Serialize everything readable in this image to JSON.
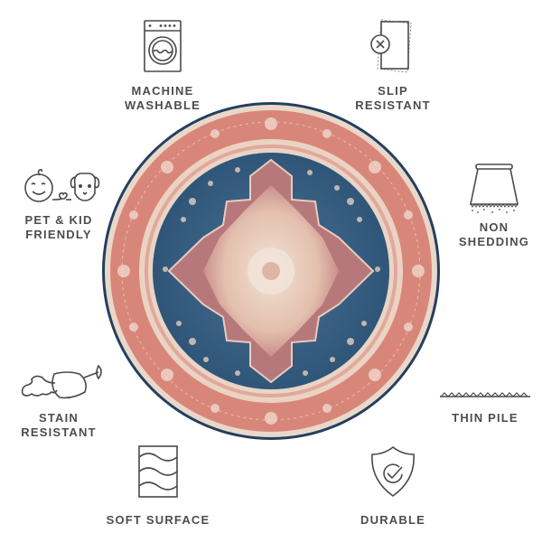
{
  "features": {
    "machine_washable": {
      "icon": "washing-machine-icon",
      "line1": "MACHINE",
      "line2": "WASHABLE"
    },
    "slip_resistant": {
      "icon": "slip-resistant-icon",
      "line1": "SLIP",
      "line2": "RESISTANT"
    },
    "pet_kid_friendly": {
      "icon": "pet-kid-icon",
      "line1": "PET & KID",
      "line2": "FRIENDLY"
    },
    "non_shedding": {
      "icon": "non-shedding-icon",
      "line1": "NON",
      "line2": "SHEDDING"
    },
    "stain_resistant": {
      "icon": "wine-glass-spill-icon",
      "line1": "STAIN",
      "line2": "RESISTANT"
    },
    "thin_pile": {
      "icon": "thin-pile-icon",
      "line1": "THIN PILE"
    },
    "soft_surface": {
      "icon": "soft-surface-icon",
      "line1": "SOFT SURFACE"
    },
    "durable": {
      "icon": "shield-check-icon",
      "line1": "DURABLE"
    }
  },
  "rug": {
    "shape": "round",
    "colors": {
      "outer_edge": "#2b4a6b",
      "border": "#d98377",
      "border_trim": "#e8d4c4",
      "field": "#3d6485",
      "medallion": "#b87a7e",
      "medallion_center": "#e8cfc0"
    }
  },
  "colors": {
    "icon_stroke": "#4a4a4a",
    "text": "#4d4d4d",
    "background": "#ffffff"
  }
}
